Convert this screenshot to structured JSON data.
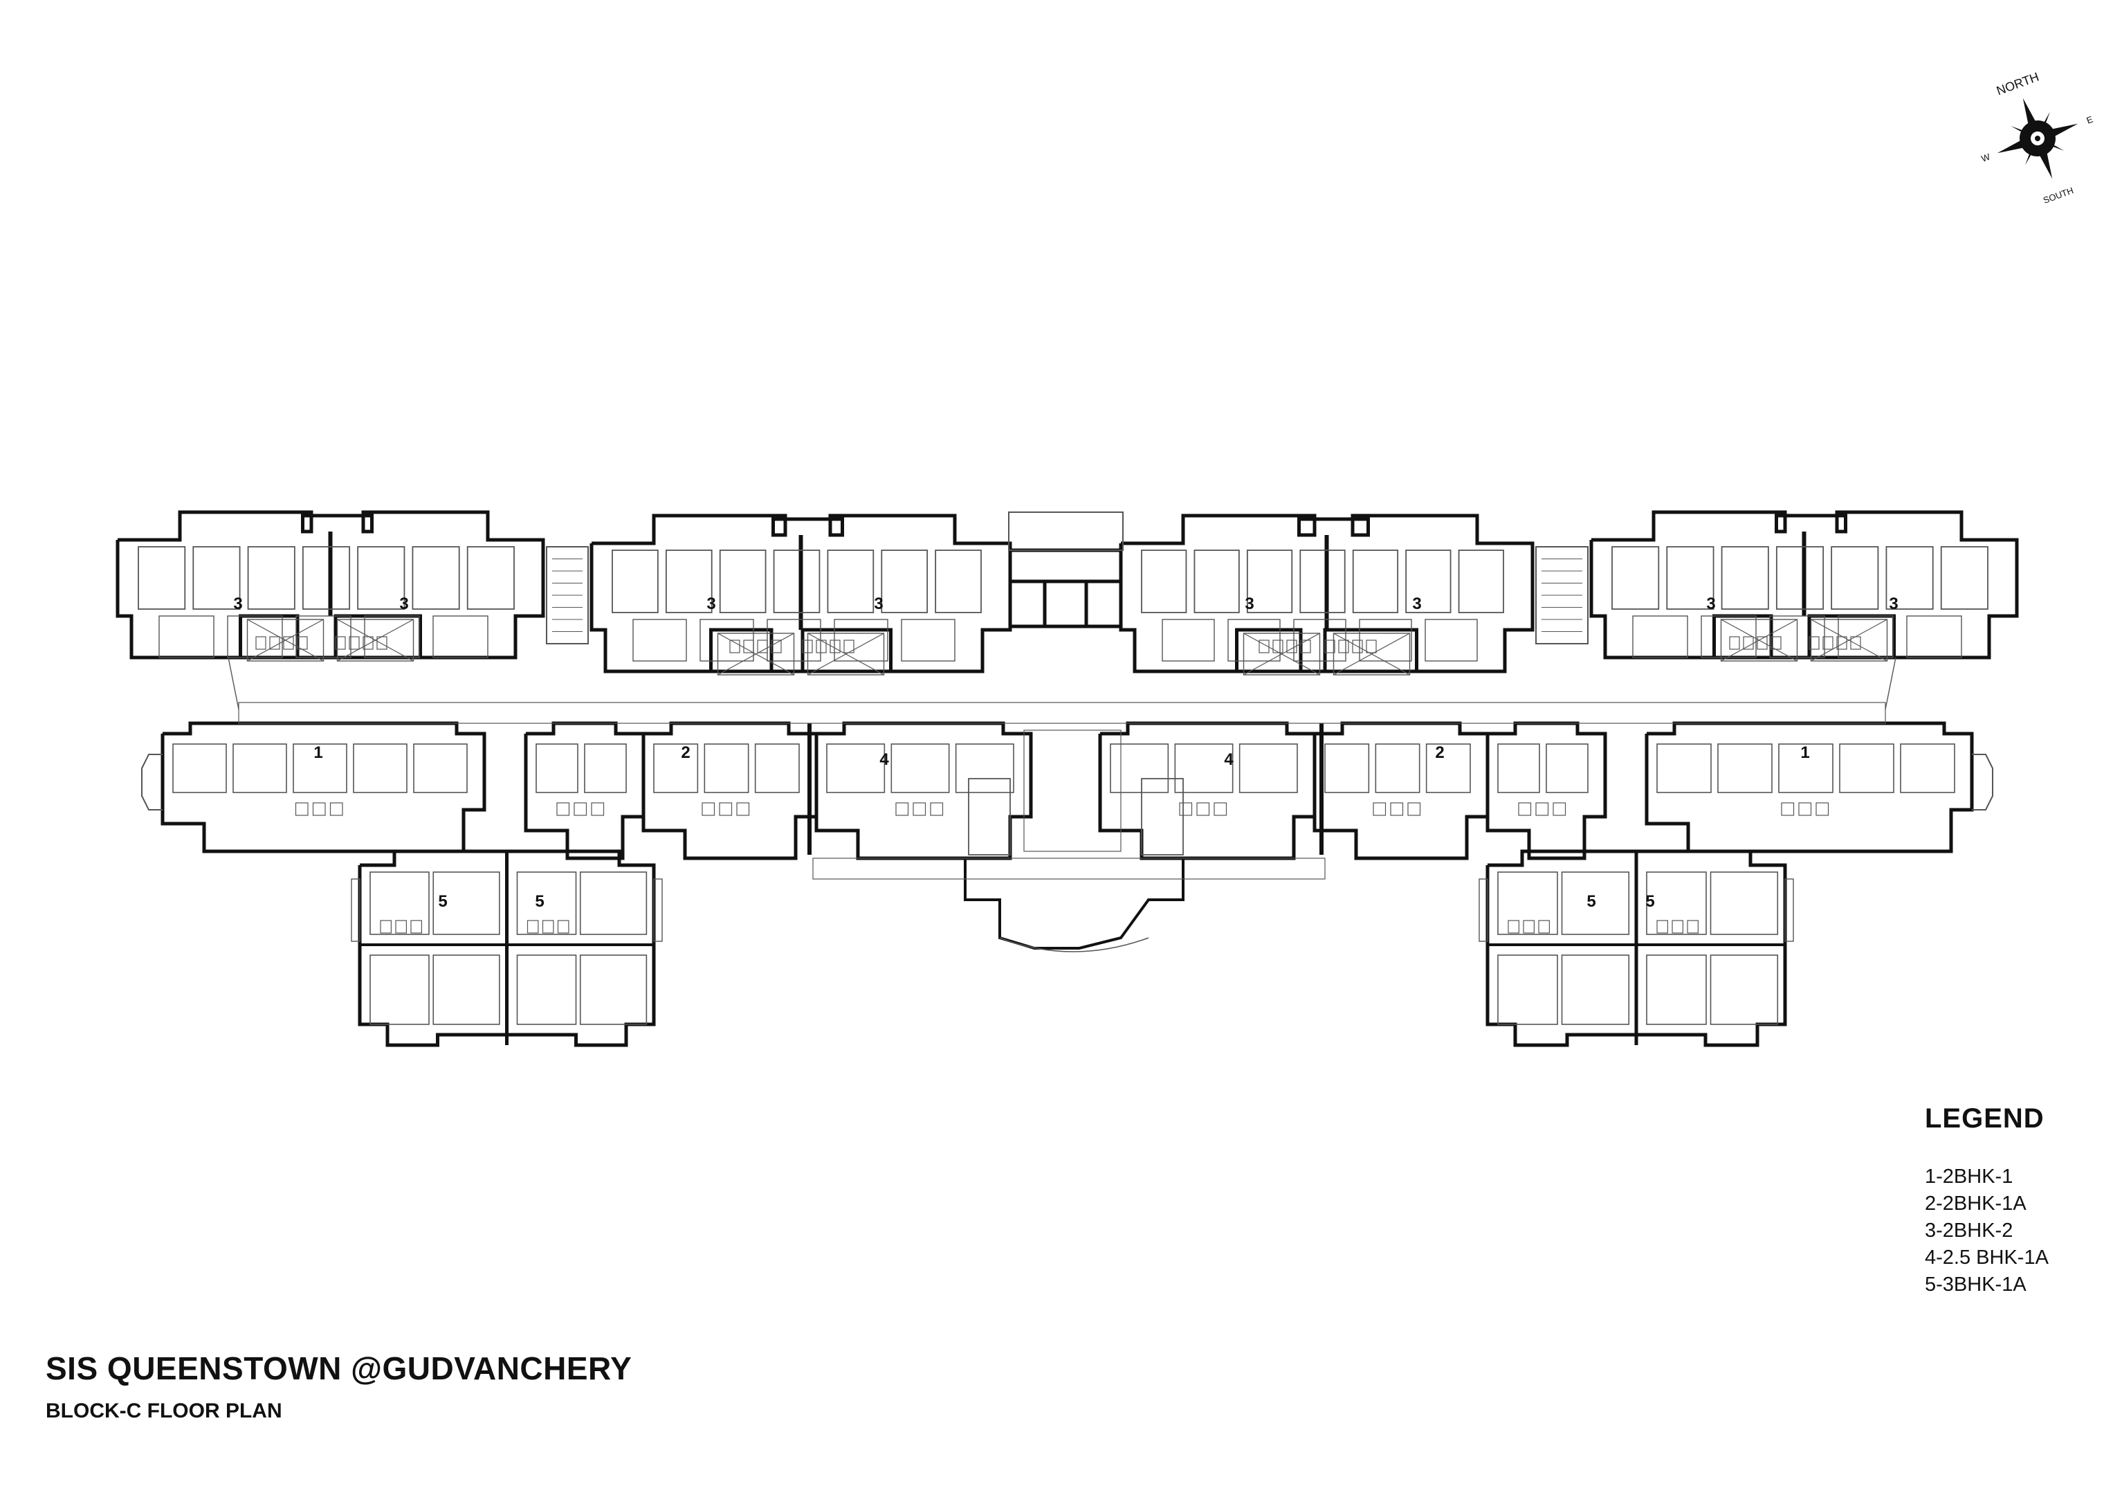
{
  "title": "SIS QUEENSTOWN @GUDVANCHERY",
  "subtitle": "BLOCK-C FLOOR PLAN",
  "legend": {
    "heading": "LEGEND",
    "items": [
      "1-2BHK-1",
      "2-2BHK-1A",
      "3-2BHK-2",
      "4-2.5 BHK-1A",
      "5-3BHK-1A"
    ]
  },
  "compass": {
    "north": "NORTH",
    "south": "SOUTH",
    "east": "E",
    "west": "W"
  },
  "unit_labels": [
    "3",
    "3",
    "3",
    "3",
    "3",
    "3",
    "3",
    "3",
    "1",
    "2",
    "4",
    "4",
    "2",
    "1",
    "5",
    "5",
    "5",
    "5"
  ]
}
